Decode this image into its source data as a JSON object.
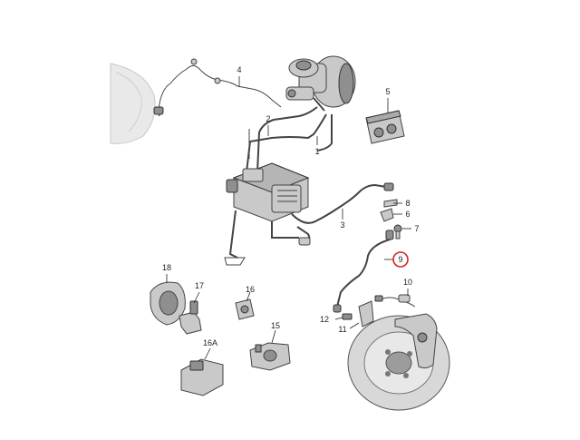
{
  "callouts": {
    "c1": "1",
    "c2": "2",
    "c3": "3",
    "c4": "4",
    "c5": "5",
    "c6": "6",
    "c7": "7",
    "c8": "8",
    "c9": "9",
    "c10": "10",
    "c11": "11",
    "c12": "12",
    "c15": "15",
    "c16": "16",
    "c16a": "16A",
    "c17": "17",
    "c18": "18"
  },
  "highlight": {
    "callout": "9",
    "color": "#d62020"
  }
}
